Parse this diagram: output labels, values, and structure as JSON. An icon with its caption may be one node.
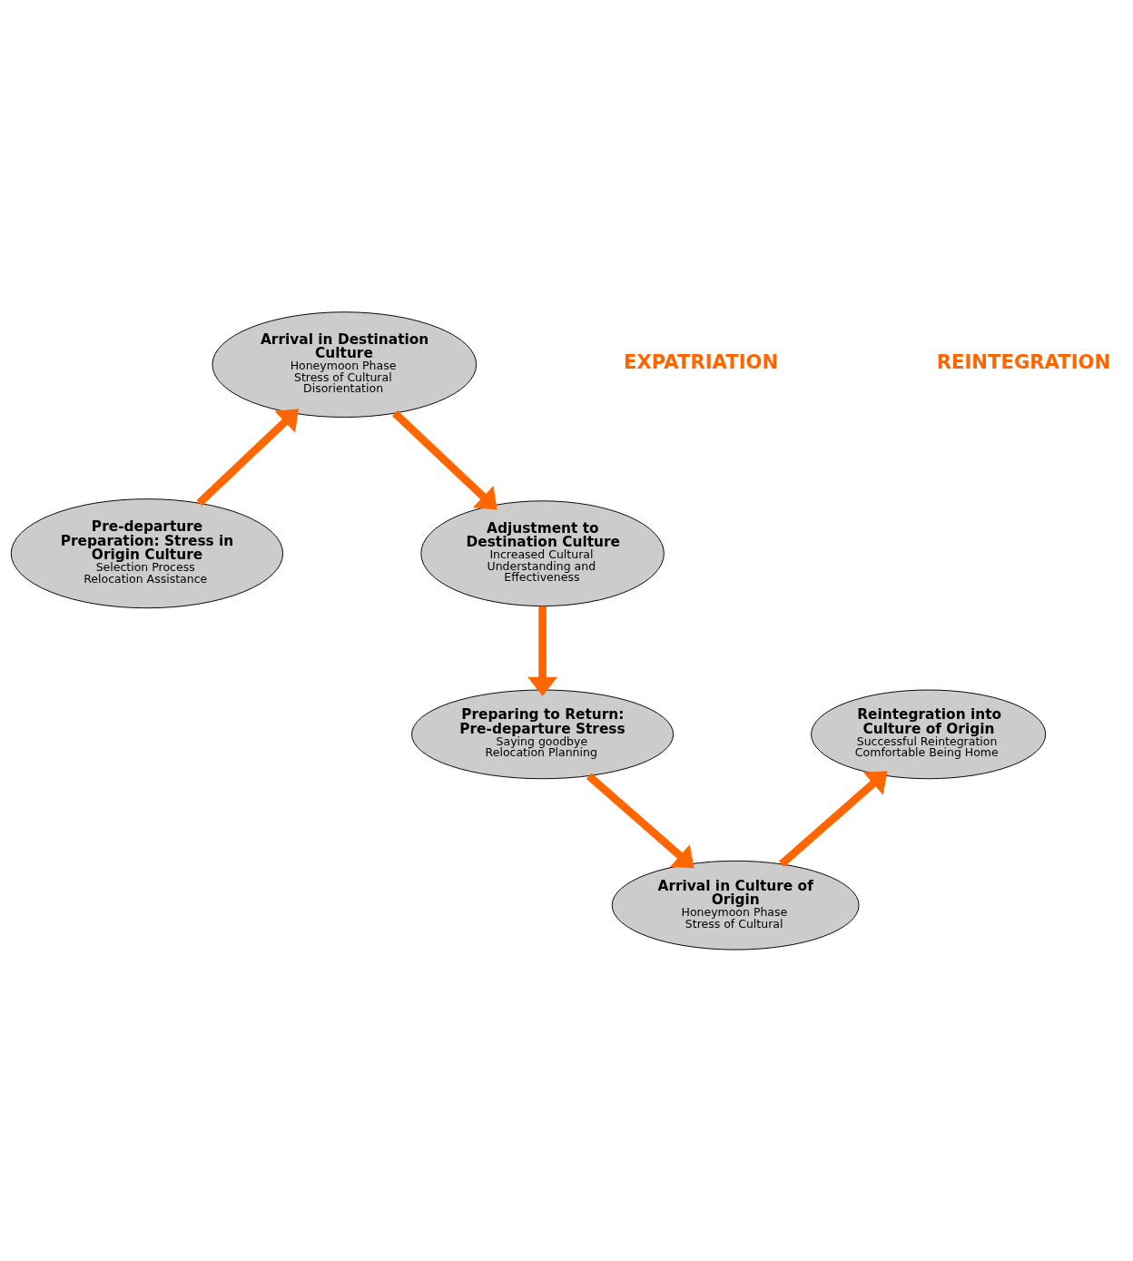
{
  "diagram": {
    "nodes": [
      {
        "text": [
          "Pre-departure Preparation: Stress in Origin Culture",
          "Selection Process",
          "Relocation Assistance"
        ]
      },
      {
        "text": [
          "Arrival in Destination Culture",
          "Honeymoon Phase",
          "Stress of Cultural Disorientation"
        ]
      },
      {
        "text": [
          "Adjustment to Destination Culture",
          "Increased Cultural Understanding and Effectiveness"
        ]
      },
      {
        "text": [
          "Preparing to Return: Pre-departure Stress",
          "Saying goodbye",
          "Relocation Planning"
        ]
      },
      {
        "text": [
          "Arrival in Culture of Origin",
          "Honeymoon Phase",
          "Stress of Cultural"
        ]
      },
      {
        "text": [
          "Reintegration into Culture of Origin",
          "Successful Reintegration",
          "Comfortable Being Home"
        ]
      }
    ],
    "edges": [
      {
        "from": 0,
        "to": 1,
        "arrow": "to",
        "color": "#ff6600"
      },
      {
        "from": 1,
        "to": 2,
        "arrow": "to",
        "color": "#ff6600"
      },
      {
        "from": 2,
        "to": 3,
        "arrow": "to",
        "color": "#ff6600"
      },
      {
        "from": 3,
        "to": 4,
        "arrow": "to",
        "color": "#ff6600"
      },
      {
        "from": 4,
        "to": 5,
        "arrow": "to",
        "color": "#ff6600"
      }
    ],
    "labels": [
      "EXPATRIATION",
      "REINTEGRATION"
    ]
  }
}
